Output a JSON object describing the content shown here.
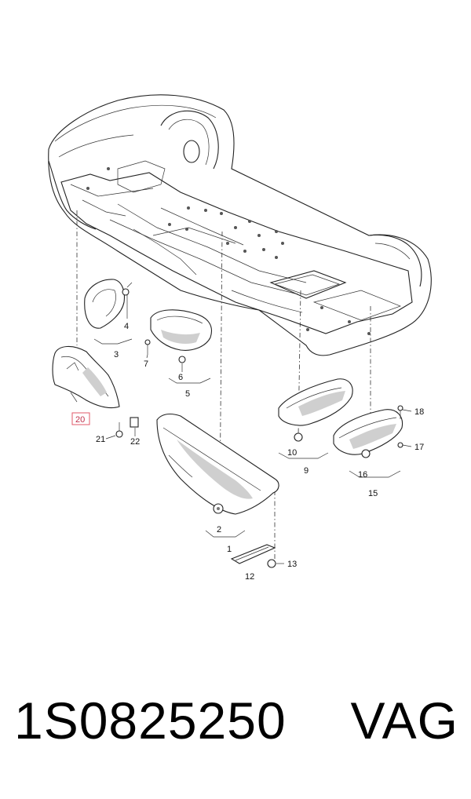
{
  "diagram": {
    "callouts": [
      {
        "id": "1",
        "text": "1"
      },
      {
        "id": "2",
        "text": "2"
      },
      {
        "id": "3",
        "text": "3"
      },
      {
        "id": "4",
        "text": "4"
      },
      {
        "id": "5",
        "text": "5"
      },
      {
        "id": "6",
        "text": "6"
      },
      {
        "id": "7",
        "text": "7"
      },
      {
        "id": "9",
        "text": "9"
      },
      {
        "id": "10",
        "text": "10"
      },
      {
        "id": "12",
        "text": "12"
      },
      {
        "id": "13",
        "text": "13"
      },
      {
        "id": "15",
        "text": "15"
      },
      {
        "id": "16",
        "text": "16"
      },
      {
        "id": "17",
        "text": "17"
      },
      {
        "id": "18",
        "text": "18"
      },
      {
        "id": "20",
        "text": "20",
        "highlighted": true
      },
      {
        "id": "21",
        "text": "21"
      },
      {
        "id": "22",
        "text": "22"
      }
    ],
    "highlight_color": "#e05a6a"
  },
  "footer": {
    "part_number": "1S0825250",
    "brand": "VAG"
  }
}
